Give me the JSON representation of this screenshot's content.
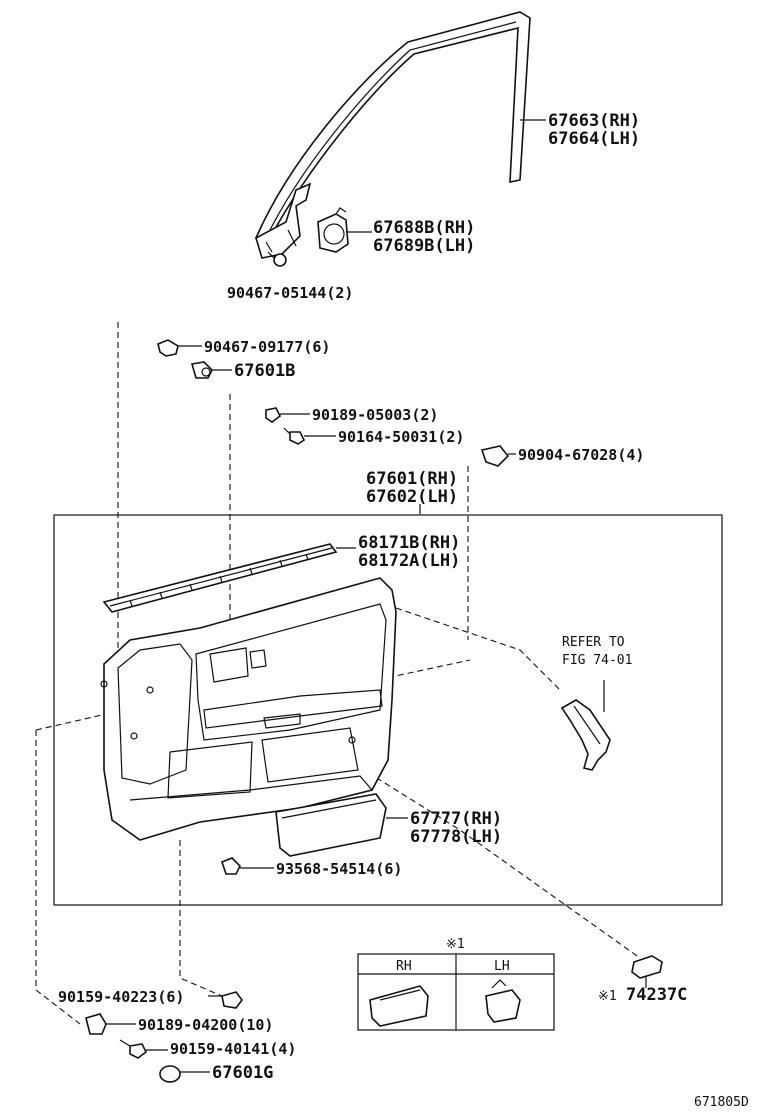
{
  "labels": {
    "l67663": "67663(RH)",
    "l67664": "67664(LH)",
    "l67688": "67688B(RH)",
    "l67689": "67689B(LH)",
    "l90467a": "90467-05144(2)",
    "l90467b": "90467-09177(6)",
    "l67601b": "67601B",
    "l90189a": "90189-05003(2)",
    "l90164": "90164-50031(2)",
    "l90904": "90904-67028(4)",
    "l67601": "67601(RH)",
    "l67602": "67602(LH)",
    "l68171": "68171B(RH)",
    "l68172": "68172A(LH)",
    "refer1": "REFER TO",
    "refer2": "FIG 74-01",
    "l67777": "67777(RH)",
    "l67778": "67778(LH)",
    "l93568": "93568-54514(6)",
    "l90159a": "90159-40223(6)",
    "l90189b": "90189-04200(10)",
    "l90159b": "90159-40141(4)",
    "l67601g": "67601G",
    "l74237c": "74237C",
    "note_mark": "※1",
    "note_mark2": "※1",
    "rh": "RH",
    "lh": "LH",
    "figure_code": "671805D"
  }
}
